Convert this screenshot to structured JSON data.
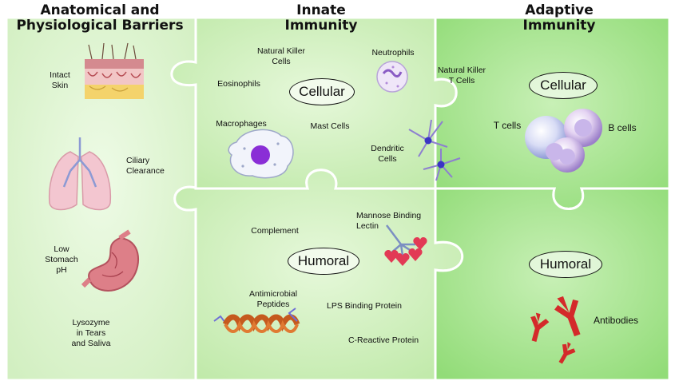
{
  "headers": {
    "barriers": [
      "Anatomical and",
      "Physiological Barriers"
    ],
    "innate": [
      "Innate",
      "Immunity"
    ],
    "adaptive": [
      "Adaptive",
      "Immunity"
    ]
  },
  "ovals": {
    "innate_cellular": "Cellular",
    "innate_humoral": "Humoral",
    "adaptive_cellular": "Cellular",
    "adaptive_humoral": "Humoral"
  },
  "barriers": {
    "skin": [
      "Intact",
      "Skin"
    ],
    "ciliary": [
      "Ciliary",
      "Clearance"
    ],
    "stomach": [
      "Low",
      "Stomach",
      "pH"
    ],
    "lysozyme": [
      "Lysozyme",
      "in Tears",
      "and Saliva"
    ]
  },
  "innate_cellular": {
    "nk_cells": [
      "Natural Killer",
      "Cells"
    ],
    "neutrophils": "Neutrophils",
    "eosinophils": "Eosinophils",
    "macrophages": "Macrophages",
    "mast_cells": "Mast Cells",
    "dendritic": [
      "Dendritic",
      "Cells"
    ],
    "nkt_cells": [
      "Natural Killer",
      "T Cells"
    ]
  },
  "innate_humoral": {
    "complement": "Complement",
    "mbl": [
      "Mannose Binding",
      "Lectin"
    ],
    "antimicrobial": [
      "Antimicrobial",
      "Peptides"
    ],
    "lps": "LPS Binding Protein",
    "crp": "C-Reactive Protein"
  },
  "adaptive": {
    "t_cells": "T cells",
    "b_cells": "B cells",
    "antibodies": "Antibodies"
  },
  "colors": {
    "barrier_fill": "#e4f6d6",
    "innate_fill": "#d5f2c4",
    "adaptive_fill": "#a9e693",
    "piece_edge": "#ffffff"
  }
}
